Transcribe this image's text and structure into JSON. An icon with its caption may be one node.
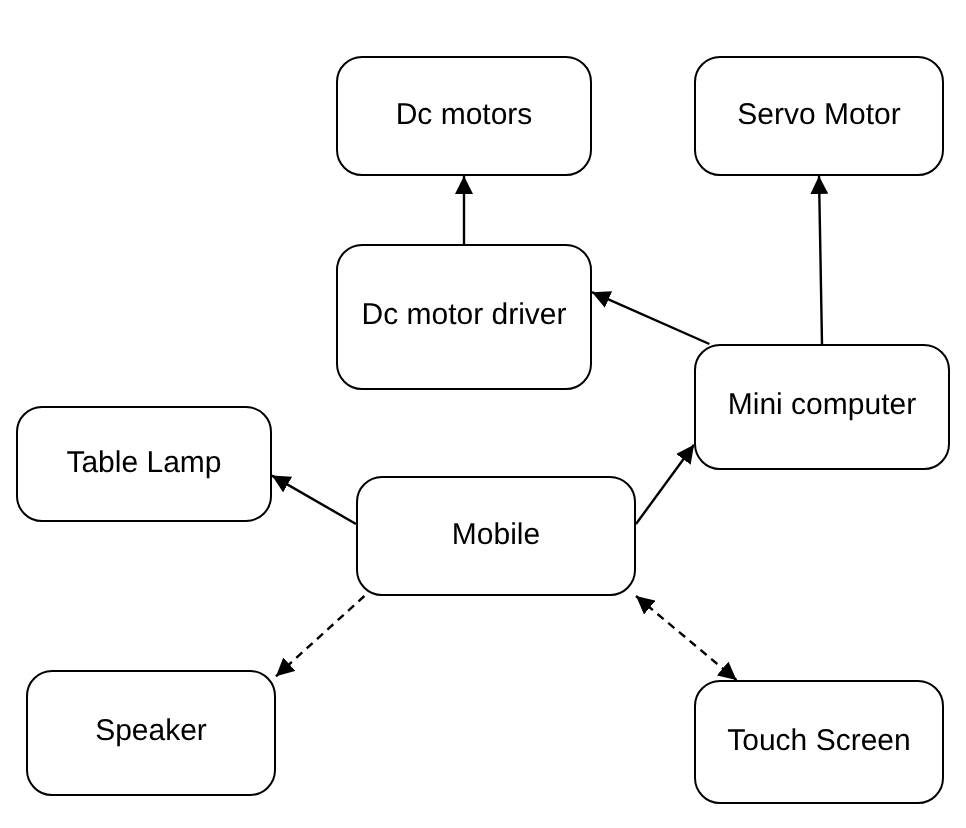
{
  "diagram": {
    "nodes": [
      {
        "text": [
          "Dc motors"
        ]
      },
      {
        "text": [
          "Servo Motor"
        ]
      },
      {
        "text": [
          "Dc motor driver"
        ]
      },
      {
        "text": [
          "Mini computer"
        ]
      },
      {
        "text": [
          "Table Lamp"
        ]
      },
      {
        "text": [
          "Mobile"
        ]
      },
      {
        "text": [
          "Speaker"
        ]
      },
      {
        "text": [
          "Touch Screen"
        ]
      }
    ],
    "edges": [
      {
        "from": 2,
        "to": 0,
        "arrow": "to"
      },
      {
        "from": 3,
        "to": 1,
        "arrow": "to"
      },
      {
        "from": 3,
        "to": 2,
        "arrow": "to"
      },
      {
        "from": 5,
        "to": 3,
        "arrow": "to"
      },
      {
        "from": 5,
        "to": 4,
        "arrow": "to"
      },
      {
        "from": 5,
        "to": 6,
        "arrow": "to",
        "style": "dashed"
      },
      {
        "from": 5,
        "to": 7,
        "arrow": "both",
        "style": "dashed"
      }
    ]
  }
}
